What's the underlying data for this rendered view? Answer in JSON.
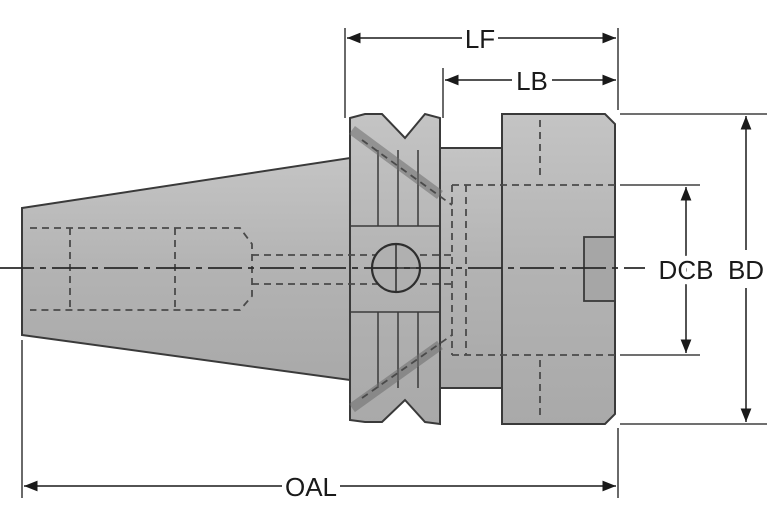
{
  "dimensions": {
    "lf": "LF",
    "lb": "LB",
    "dcb": "DCB",
    "bd": "BD",
    "oal": "OAL"
  },
  "colors": {
    "body_fill": "#b7b7b7",
    "body_fill_dark": "#9d9d9d",
    "outline": "#3a3a3a",
    "hidden_line": "#4a4a4a",
    "dimension_line": "#1a1a1a",
    "background": "#ffffff"
  }
}
